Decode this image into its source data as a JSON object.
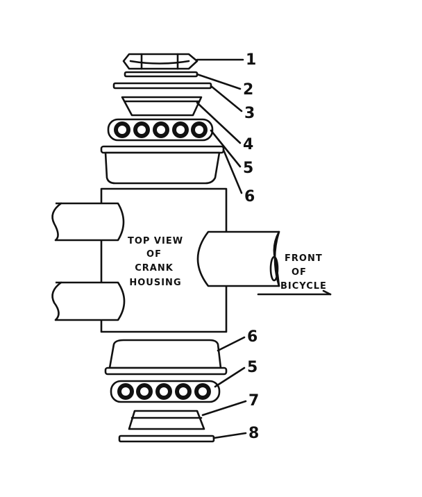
{
  "part_numbers": [
    "1",
    "2",
    "3",
    "4",
    "5",
    "6",
    "6",
    "5",
    "7",
    "8"
  ],
  "housing_label": [
    "TOP VIEW",
    "OF",
    "CRANK",
    "HOUSING"
  ],
  "direction_label": [
    "FRONT",
    "OF",
    "BICYCLE"
  ],
  "colors": {
    "ink": "#111111",
    "paper": "#ffffff"
  }
}
